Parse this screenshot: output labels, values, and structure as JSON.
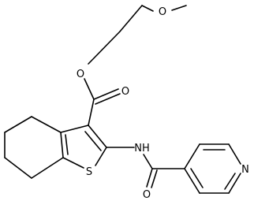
{
  "molecule": {
    "atoms": {
      "o_methoxy": "O",
      "o_ester_single": "O",
      "o_ester_carbonyl": "O",
      "s_thiophene": "S",
      "nh_amide": "NH",
      "o_amide": "O",
      "n_pyridine": "N"
    },
    "colors": {
      "bond": "#000000",
      "label": "#000000",
      "background": "#ffffff"
    }
  }
}
